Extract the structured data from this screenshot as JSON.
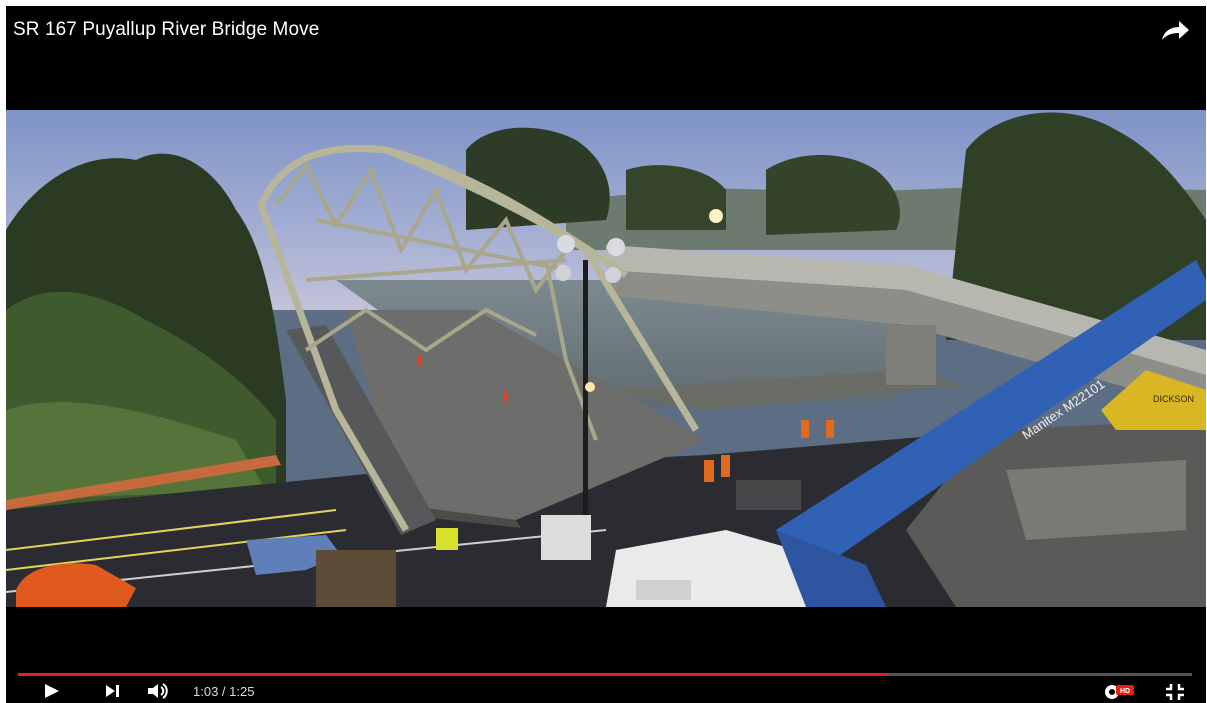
{
  "video": {
    "title": "SR 167 Puyallup River Bridge Move",
    "watermark": "Manitex M22101",
    "sign": "DICKSON"
  },
  "controls": {
    "current_time": "1:03",
    "duration": "1:25",
    "time_display": "1:03 / 1:25",
    "progress_fraction": 0.74,
    "hd_badge": "HD"
  },
  "icons": {
    "share": "share-arrow-icon",
    "play": "play-icon",
    "next": "skip-next-icon",
    "volume": "volume-icon",
    "settings": "settings-gear-icon",
    "fullscreen_exit": "exit-fullscreen-icon"
  },
  "colors": {
    "progress_played": "#e62117",
    "progress_track": "#555555",
    "hd_badge": "#e62117"
  }
}
